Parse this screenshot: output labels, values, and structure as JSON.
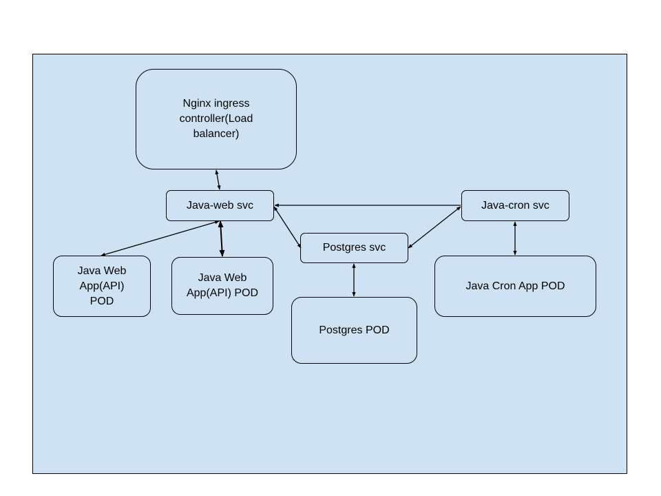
{
  "colors": {
    "page_background": "#ffffff",
    "canvas_fill": "#cfe2f3",
    "stroke": "#000000"
  },
  "nodes": {
    "nginx": {
      "label": "Nginx ingress\ncontroller(Load\nbalancer)"
    },
    "java_web_svc": {
      "label": "Java-web svc"
    },
    "java_cron_svc": {
      "label": "Java-cron svc"
    },
    "postgres_svc": {
      "label": "Postgres svc"
    },
    "java_web_pod_1": {
      "label": "Java Web\nApp(API)\nPOD"
    },
    "java_web_pod_2": {
      "label": "Java Web\nApp(API) POD"
    },
    "postgres_pod": {
      "label": "Postgres POD"
    },
    "java_cron_pod": {
      "label": "Java Cron App POD"
    }
  },
  "edges": [
    {
      "from": "nginx",
      "to": "java_web_svc",
      "direction": "both"
    },
    {
      "from": "java_web_svc",
      "to": "java_web_pod_1",
      "direction": "both"
    },
    {
      "from": "java_web_svc",
      "to": "java_web_pod_2",
      "direction": "both"
    },
    {
      "from": "java_web_svc",
      "to": "postgres_svc",
      "direction": "both"
    },
    {
      "from": "java_cron_svc",
      "to": "java_web_svc",
      "direction": "forward"
    },
    {
      "from": "java_cron_svc",
      "to": "postgres_svc",
      "direction": "both"
    },
    {
      "from": "java_cron_svc",
      "to": "java_cron_pod",
      "direction": "both"
    },
    {
      "from": "postgres_svc",
      "to": "postgres_pod",
      "direction": "both"
    }
  ]
}
